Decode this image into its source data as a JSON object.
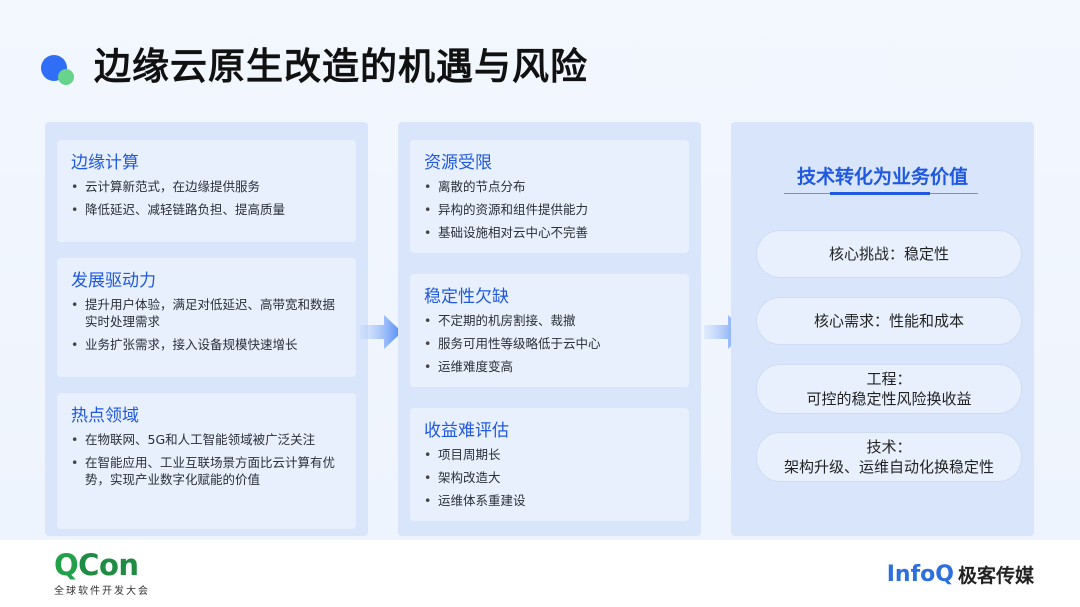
{
  "title": "边缘云原生改造的机遇与风险",
  "columns": [
    {
      "cards": [
        {
          "title": "边缘计算",
          "items": [
            "云计算新范式，在边缘提供服务",
            "降低延迟、减轻链路负担、提高质量"
          ]
        },
        {
          "title": "发展驱动力",
          "items": [
            "提升用户体验，满足对低延迟、高带宽和数据实时处理需求",
            "业务扩张需求，接入设备规模快速增长"
          ]
        },
        {
          "title": "热点领域",
          "items": [
            "在物联网、5G和人工智能领域被广泛关注",
            "在智能应用、工业互联场景方面比云计算有优势，实现产业数字化赋能的价值"
          ]
        }
      ]
    },
    {
      "cards": [
        {
          "title": "资源受限",
          "items": [
            "离散的节点分布",
            "异构的资源和组件提供能力",
            "基础设施相对云中心不完善"
          ]
        },
        {
          "title": "稳定性欠缺",
          "items": [
            "不定期的机房割接、裁撤",
            "服务可用性等级略低于云中心",
            "运维难度变高"
          ]
        },
        {
          "title": "收益难评估",
          "items": [
            "项目周期长",
            "架构改造大",
            "运维体系重建设"
          ]
        }
      ]
    }
  ],
  "value": {
    "title": "技术转化为业务价值",
    "pills": [
      {
        "line1": "核心挑战：稳定性",
        "line2": ""
      },
      {
        "line1": "核心需求：性能和成本",
        "line2": ""
      },
      {
        "line1": "工程：",
        "line2": "可控的稳定性风险换收益"
      },
      {
        "line1": "技术：",
        "line2": "架构升级、运维自动化换稳定性"
      }
    ]
  },
  "footer": {
    "qcon_q": "Q",
    "qcon_rest": "Con",
    "qcon_sub": "全球软件开发大会",
    "infoq": "InfoQ",
    "infoq_cn": "极客传媒"
  },
  "colors": {
    "accent": "#2058e0",
    "title_dot_blue": "#2f6ef5",
    "title_dot_green": "#67d38b",
    "qcon_green": "#22a04a",
    "infoq_blue": "#2d6fe0"
  }
}
